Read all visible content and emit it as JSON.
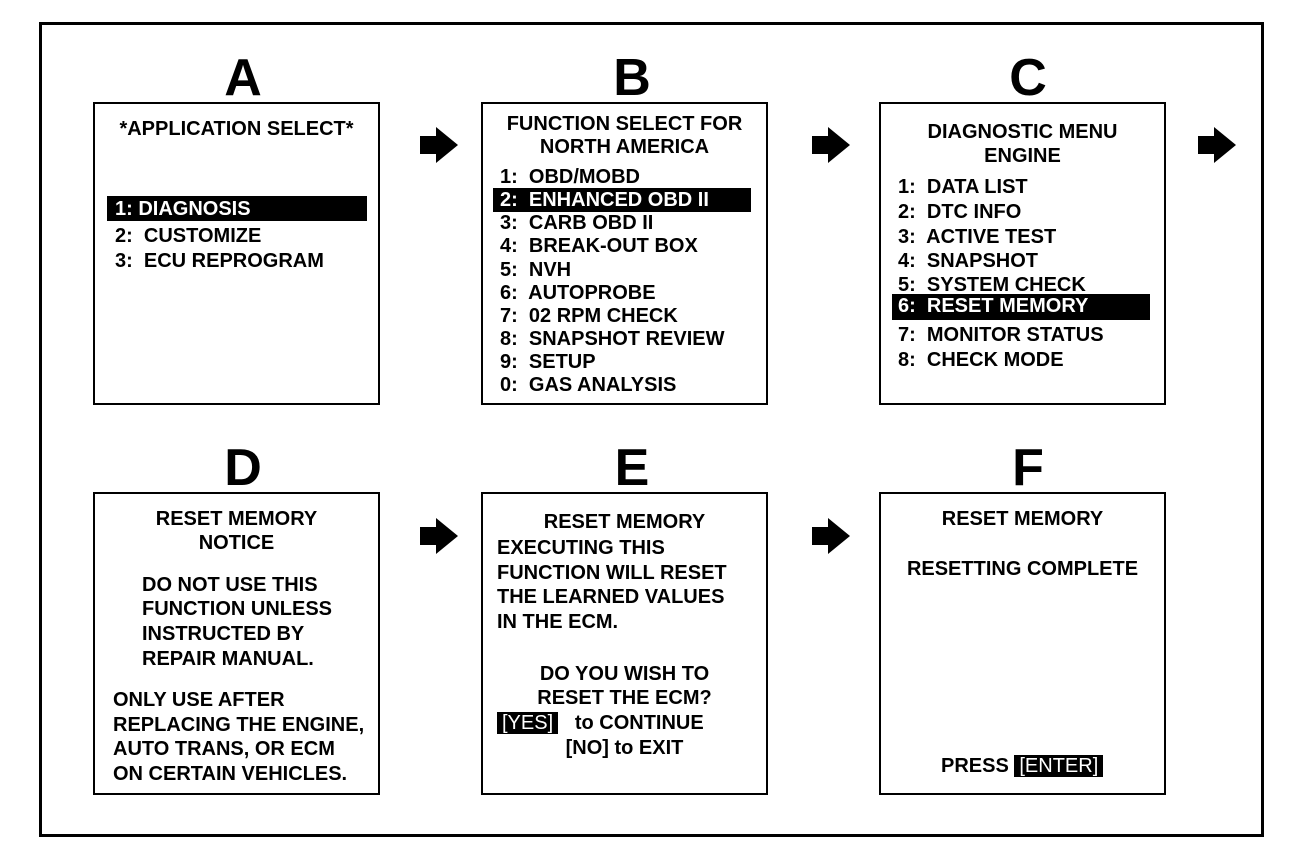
{
  "panels": [
    {
      "letter": "A",
      "title": "*APPLICATION SELECT*",
      "items": [
        "1: DIAGNOSIS",
        "2:  CUSTOMIZE",
        "3:  ECU REPROGRAM"
      ],
      "highlighted_index": 0
    },
    {
      "letter": "B",
      "title_lines": [
        "FUNCTION SELECT FOR",
        "NORTH AMERICA"
      ],
      "items": [
        "1:  OBD/MOBD",
        "2:  ENHANCED OBD II",
        "3:  CARB OBD II",
        "4:  BREAK-OUT BOX",
        "5:  NVH",
        "6:  AUTOPROBE",
        "7:  02 RPM CHECK",
        "8:  SNAPSHOT REVIEW",
        "9:  SETUP",
        "0:  GAS ANALYSIS"
      ],
      "highlighted_index": 1
    },
    {
      "letter": "C",
      "title_lines": [
        "DIAGNOSTIC MENU",
        "ENGINE"
      ],
      "items": [
        "1:  DATA LIST",
        "2:  DTC INFO",
        "3:  ACTIVE TEST",
        "4:  SNAPSHOT",
        "5:  SYSTEM CHECK",
        "6:  RESET MEMORY",
        "7:  MONITOR STATUS",
        "8:  CHECK MODE"
      ],
      "highlighted_index": 5
    },
    {
      "letter": "D",
      "title_lines": [
        "RESET MEMORY",
        "NOTICE"
      ],
      "notice_lines": [
        "DO NOT USE THIS",
        "FUNCTION UNLESS",
        "INSTRUCTED BY",
        "REPAIR MANUAL."
      ],
      "body_lines": [
        "ONLY USE AFTER",
        "REPLACING THE ENGINE,",
        "AUTO TRANS, OR ECM",
        "ON CERTAIN VEHICLES."
      ]
    },
    {
      "letter": "E",
      "title": "RESET MEMORY",
      "body_lines": [
        "EXECUTING THIS",
        "FUNCTION WILL RESET",
        "THE LEARNED VALUES",
        "IN THE ECM."
      ],
      "question_lines": [
        "DO YOU WISH TO",
        "RESET THE ECM?"
      ],
      "yes_key": "[YES]",
      "yes_text": "to CONTINUE",
      "no_line": "[NO] to EXIT"
    },
    {
      "letter": "F",
      "title": "RESET MEMORY",
      "status": "RESETTING COMPLETE",
      "press_label": "PRESS",
      "enter_key": "[ENTER]"
    }
  ],
  "colors": {
    "ink": "#000000",
    "paper": "#ffffff"
  },
  "icons": [
    "right-arrow-icon"
  ]
}
